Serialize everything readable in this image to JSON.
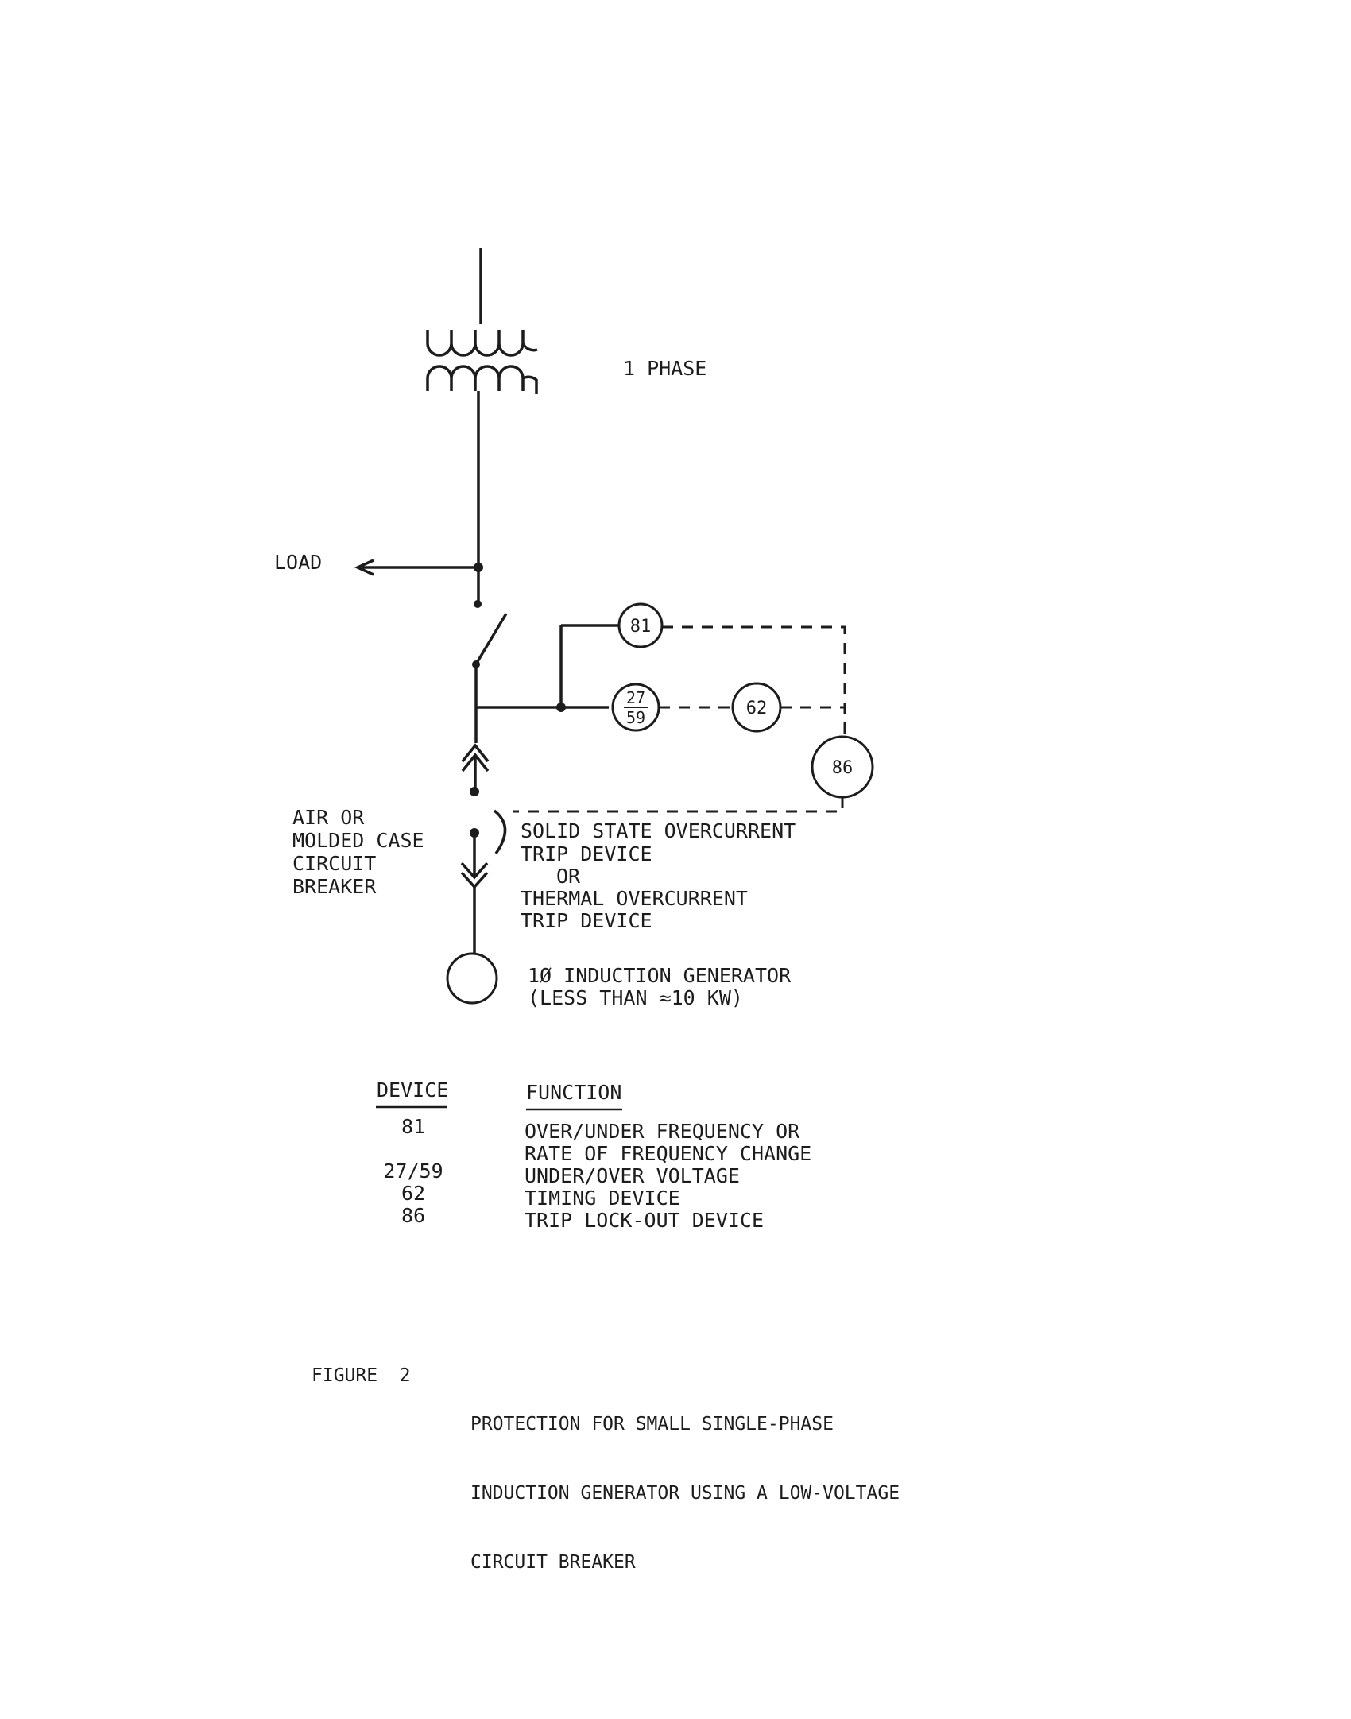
{
  "diagram": {
    "phase_label": "1 PHASE",
    "load_label": "LOAD",
    "breaker_label": [
      "AIR OR",
      "MOLDED CASE",
      "CIRCUIT",
      "BREAKER"
    ],
    "trip_device_label": [
      "SOLID STATE OVERCURRENT",
      "TRIP DEVICE",
      "OR",
      "THERMAL OVERCURRENT",
      "TRIP DEVICE"
    ],
    "generator_label": [
      "1Ø INDUCTION GENERATOR",
      "(LESS THAN ≈10 KW)"
    ],
    "relays": {
      "r81": "81",
      "r27_top": "27",
      "r27_bottom": "59",
      "r62": "62",
      "r86": "86"
    }
  },
  "legend": {
    "device_header": "DEVICE",
    "function_header": "FUNCTION",
    "rows": [
      {
        "device": "81",
        "function": "OVER/UNDER FREQUENCY OR"
      },
      {
        "device": "",
        "function": "RATE OF FREQUENCY CHANGE"
      },
      {
        "device": "27/59",
        "function": "UNDER/OVER VOLTAGE"
      },
      {
        "device": "62",
        "function": "TIMING DEVICE"
      },
      {
        "device": "86",
        "function": "TRIP LOCK-OUT DEVICE"
      }
    ]
  },
  "caption": {
    "figure": "FIGURE  2",
    "text": [
      "PROTECTION FOR SMALL SINGLE-PHASE",
      "INDUCTION GENERATOR USING A LOW-VOLTAGE",
      "CIRCUIT BREAKER"
    ]
  }
}
